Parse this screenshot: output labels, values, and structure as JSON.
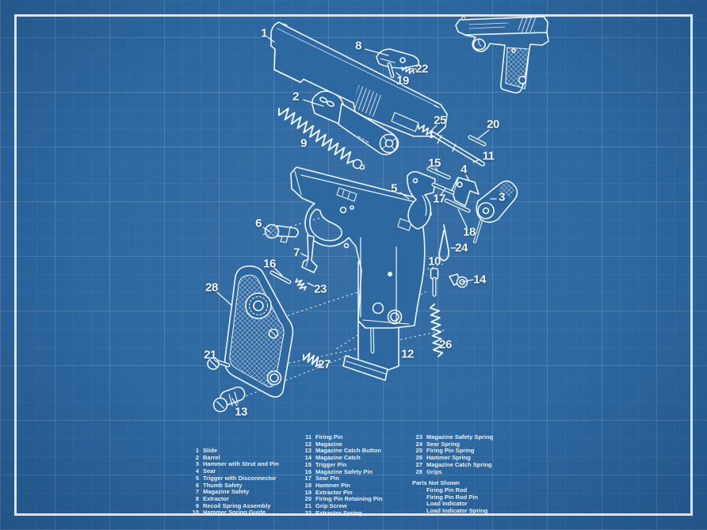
{
  "colors": {
    "paper": "#2d68a1",
    "line": "#eef5fc",
    "border": "#f0f6fc",
    "text": "#e9f1fa"
  },
  "callouts": [
    "1",
    "2",
    "3",
    "4",
    "5",
    "6",
    "7",
    "8",
    "9",
    "10",
    "11",
    "12",
    "13",
    "14",
    "15",
    "16",
    "17",
    "18",
    "19",
    "20",
    "21",
    "22",
    "23",
    "24",
    "25",
    "26",
    "27",
    "28"
  ],
  "parts_list": {
    "col1": [
      {
        "num": "1",
        "name": "Slide"
      },
      {
        "num": "2",
        "name": "Barrel"
      },
      {
        "num": "3",
        "name": "Hammer with Strut and Pin"
      },
      {
        "num": "4",
        "name": "Sear"
      },
      {
        "num": "5",
        "name": "Trigger with Disconnector"
      },
      {
        "num": "6",
        "name": "Thumb Safety"
      },
      {
        "num": "7",
        "name": "Magazine Safety"
      },
      {
        "num": "8",
        "name": "Extractor"
      },
      {
        "num": "9",
        "name": "Recoil Spring Assembly"
      },
      {
        "num": "10",
        "name": "Hammer Spring Guide"
      }
    ],
    "col2": [
      {
        "num": "11",
        "name": "Firing Pin"
      },
      {
        "num": "12",
        "name": "Magazine"
      },
      {
        "num": "13",
        "name": "Magazine Catch Button"
      },
      {
        "num": "14",
        "name": "Magazine Catch"
      },
      {
        "num": "15",
        "name": "Trigger Pin"
      },
      {
        "num": "16",
        "name": "Magazine Safety Pin"
      },
      {
        "num": "17",
        "name": "Sear Pin"
      },
      {
        "num": "18",
        "name": "Hammer Pin"
      },
      {
        "num": "19",
        "name": "Extractor Pin"
      },
      {
        "num": "20",
        "name": "Firing Pin Retaining Pin"
      },
      {
        "num": "21",
        "name": "Grip Screw"
      },
      {
        "num": "22",
        "name": "Extractor Spring"
      }
    ],
    "col3": [
      {
        "num": "23",
        "name": "Magazine Safety Spring"
      },
      {
        "num": "24",
        "name": "Sear Spring"
      },
      {
        "num": "25",
        "name": "Firing Pin Spring"
      },
      {
        "num": "26",
        "name": "Hammer Spring"
      },
      {
        "num": "27",
        "name": "Magazine Catch Spring"
      },
      {
        "num": "28",
        "name": "Grips"
      }
    ],
    "not_shown": {
      "header": "Parts Not Shown",
      "items": [
        {
          "name": "Firing Pin Rod"
        },
        {
          "name": "Firing Pin Rod Pin"
        },
        {
          "name": "Load Indicator"
        },
        {
          "name": "Load Indicator Spring"
        }
      ]
    }
  }
}
